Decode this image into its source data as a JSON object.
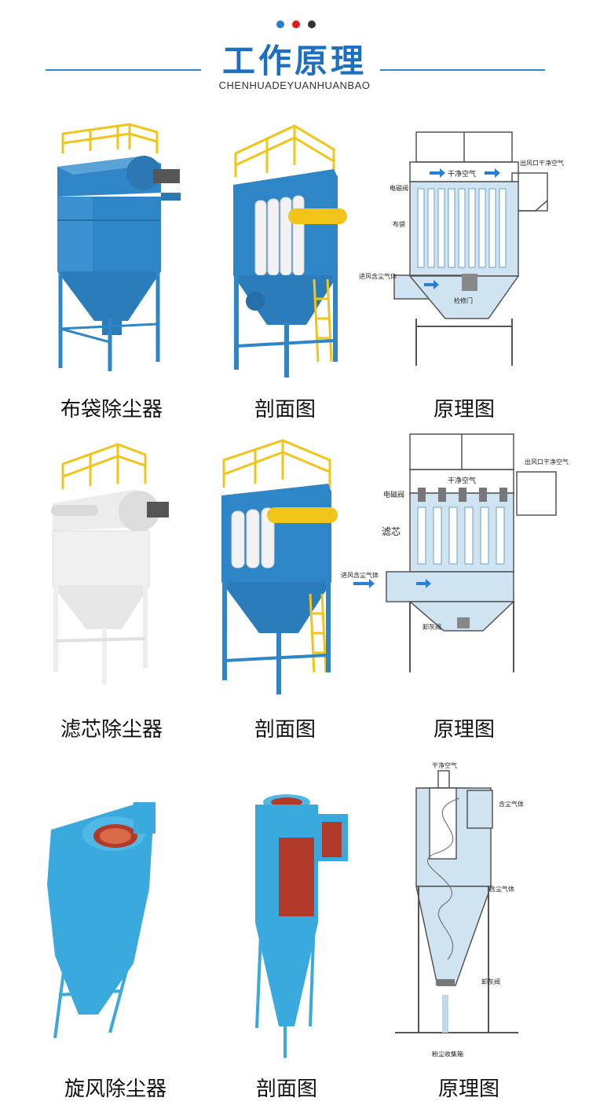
{
  "header": {
    "dot_colors": [
      "#2a7fd4",
      "#e01b1b",
      "#333333"
    ],
    "title": "工作原理",
    "subtitle": "CHENHUADEYUANHUANBAO"
  },
  "rows": [
    {
      "captions": [
        "布袋除尘器",
        "剖面图",
        "原理图"
      ],
      "diagram_labels": {
        "clean_air": "干净空气",
        "outlet": "出风口干净空气",
        "solenoid": "电磁阀",
        "bag": "布袋",
        "inlet": "进风含尘气体",
        "door": "检修门"
      }
    },
    {
      "captions": [
        "滤芯除尘器",
        "剖面图",
        "原理图"
      ],
      "diagram_labels": {
        "clean_air": "干净空气",
        "outlet": "出风口干净空气",
        "solenoid": "电磁阀",
        "filter": "滤芯",
        "inlet": "进风含尘气体",
        "discharge": "卸灰阀"
      }
    },
    {
      "captions": [
        "旋风除尘器",
        "剖面图",
        "原理图"
      ],
      "diagram_labels": {
        "clean_air": "干净空气",
        "dusty_gas_top": "含尘气体",
        "dusty_gas_mid": "含尘气体",
        "discharge": "卸灰阀",
        "collector": "粉尘收集箱"
      }
    }
  ],
  "colors": {
    "accent": "#1d6fc0",
    "machine_blue": "#2f86c6",
    "cyclone_blue": "#3aa9dd",
    "rail_yellow": "#f0c419",
    "filter_white": "#f2f2f2",
    "interior_red": "#b23a2a",
    "diagram_fill": "#cfe3f1"
  }
}
